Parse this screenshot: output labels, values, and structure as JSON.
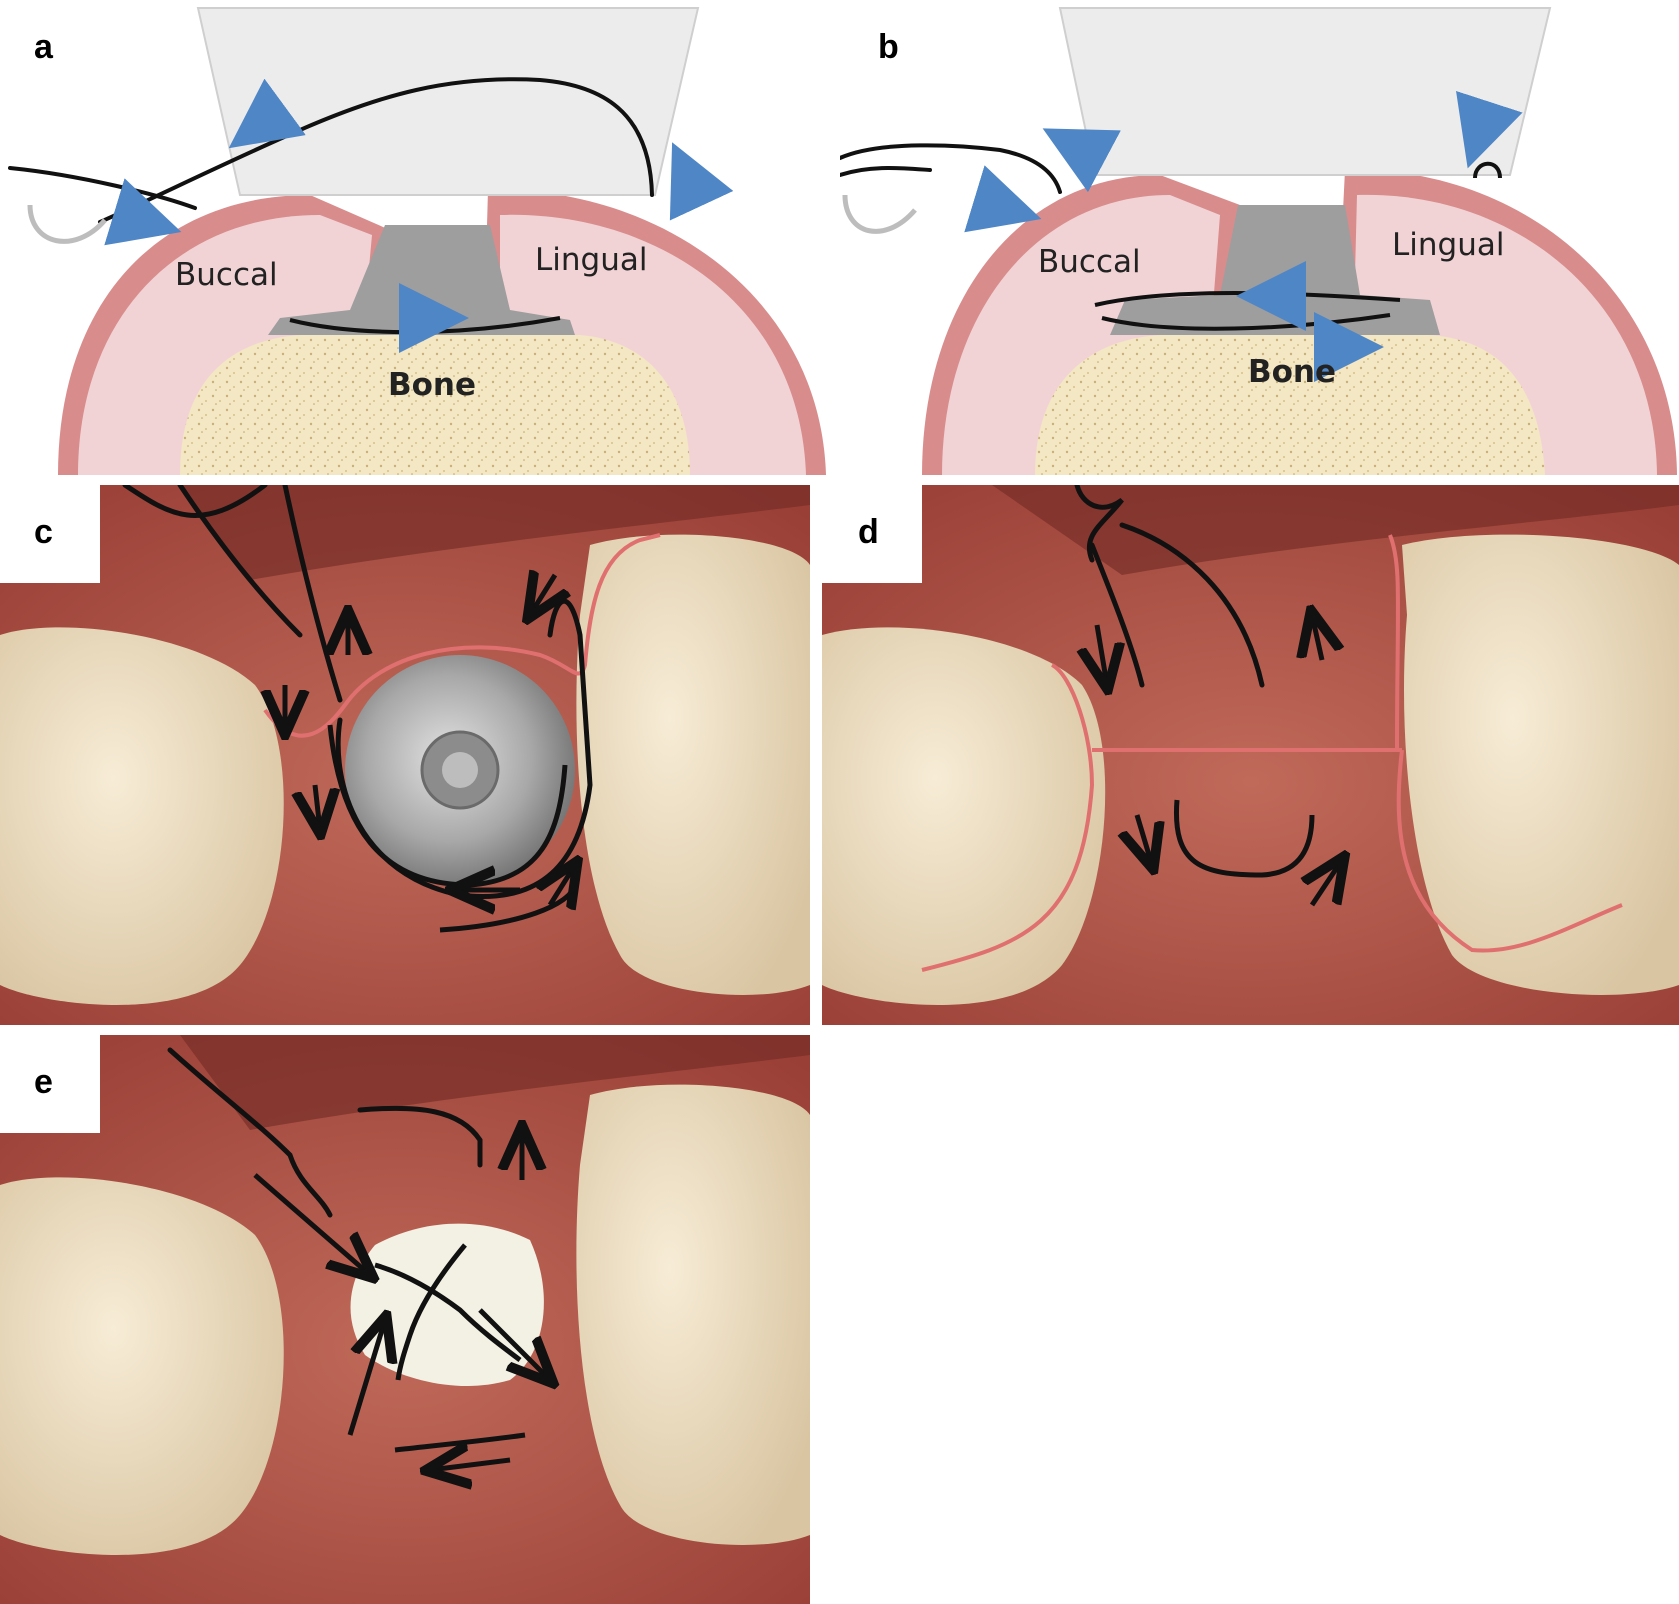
{
  "panels": {
    "a": {
      "letter": "a",
      "labels": {
        "buccal": "Buccal",
        "lingual": "Lingual",
        "bone": "Bone"
      }
    },
    "b": {
      "letter": "b",
      "labels": {
        "buccal": "Buccal",
        "lingual": "Lingual",
        "bone": "Bone"
      }
    },
    "c": {
      "letter": "c"
    },
    "d": {
      "letter": "d"
    },
    "e": {
      "letter": "e"
    }
  },
  "colors": {
    "gingiva_band": "#d98c8c",
    "soft_tissue": "#f1d3d5",
    "bone": "#f4e7c4",
    "instrument": "#ececec",
    "implant_gray": "#9e9e9e",
    "suture_black": "#111111",
    "arrow_blue": "#4f86c6",
    "incision_line": "#e07070",
    "photo_gum": "#b85a4c",
    "tooth": "#ecdcc0"
  }
}
